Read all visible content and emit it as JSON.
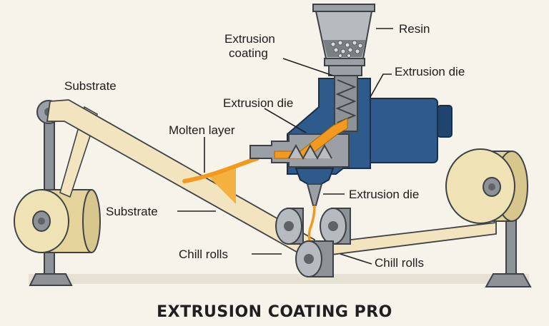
{
  "title": "EXTRUSION COATING PRO",
  "labels": {
    "resin": "Resin",
    "extrusion_coating": [
      "Extrusion",
      "coating"
    ],
    "extrusion_die_top": "Extrusion die",
    "extrusion_die_mid": "Extrusion die",
    "extrusion_die_low": "Extrusion die",
    "substrate_top": "Substrate",
    "substrate_mid": "Substrate",
    "molten_layer": "Molten layer",
    "chill_rolls_left": "Chill rolls",
    "chill_rolls_right": "Chill rolls"
  },
  "colors": {
    "background": "#f6f3ea",
    "machine_blue": "#2e5b8c",
    "machine_blue_dark": "#1f4470",
    "steel": "#8d9297",
    "steel_dark": "#5e6368",
    "substrate_cream": "#f1e4bf",
    "roll_cream": "#efe2b4",
    "molten_orange": "#f29a1f"
  }
}
